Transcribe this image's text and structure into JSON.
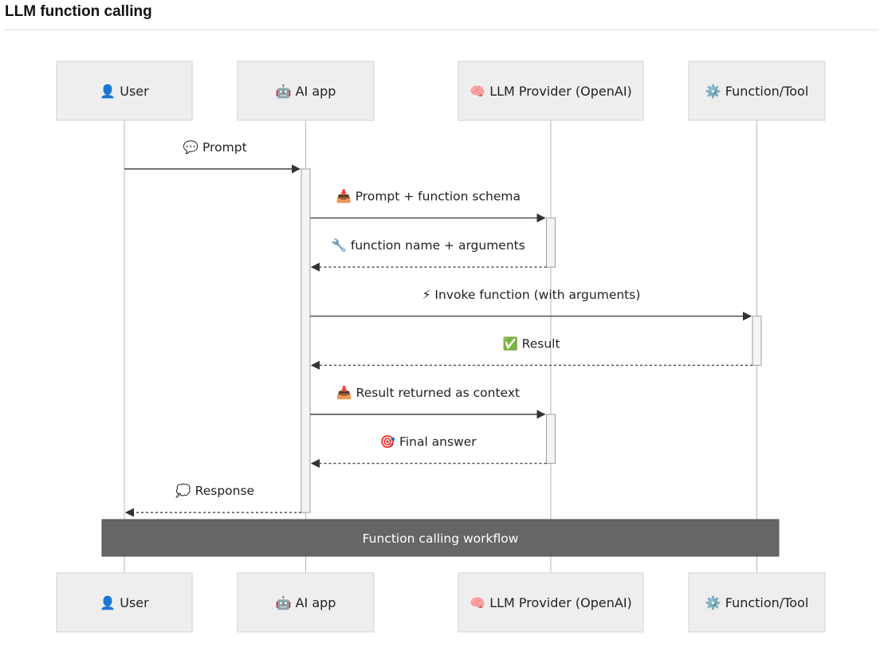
{
  "page": {
    "title": "LLM function calling"
  },
  "participants": [
    {
      "id": "user",
      "label": "👤 User"
    },
    {
      "id": "app",
      "label": "🤖 AI app"
    },
    {
      "id": "llm",
      "label": "🧠 LLM Provider (OpenAI)"
    },
    {
      "id": "tool",
      "label": "⚙️ Function/Tool"
    }
  ],
  "messages": [
    {
      "from": "user",
      "to": "app",
      "label": "💬 Prompt",
      "style": "solid"
    },
    {
      "from": "app",
      "to": "llm",
      "label": "📥 Prompt + function schema",
      "style": "solid"
    },
    {
      "from": "llm",
      "to": "app",
      "label": "🔧 function name + arguments",
      "style": "dashed"
    },
    {
      "from": "app",
      "to": "tool",
      "label": "⚡ Invoke function (with arguments)",
      "style": "solid"
    },
    {
      "from": "tool",
      "to": "app",
      "label": "✅ Result",
      "style": "dashed"
    },
    {
      "from": "app",
      "to": "llm",
      "label": "📥 Result returned as context",
      "style": "solid"
    },
    {
      "from": "llm",
      "to": "app",
      "label": "🎯 Final answer",
      "style": "dashed"
    },
    {
      "from": "app",
      "to": "user",
      "label": "💭 Response",
      "style": "dashed"
    }
  ],
  "note": {
    "label": "Function calling workflow",
    "over": [
      "user",
      "tool"
    ]
  },
  "colors": {
    "line": "#444444",
    "note_fill": "#666666",
    "actor_fill": "#eeeeee"
  }
}
